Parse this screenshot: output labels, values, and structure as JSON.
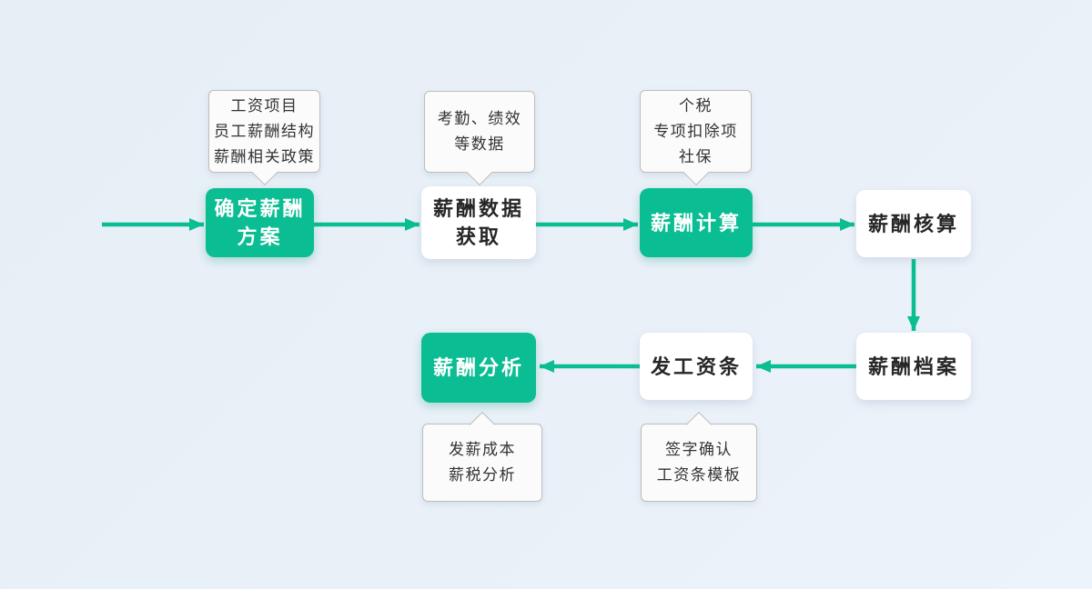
{
  "colors": {
    "background": "#E9F0F8",
    "accent": "#0ABD92",
    "node_text_dark": "#262626",
    "node_text_light": "#FFFFFF",
    "callout_bg": "#FBFBFB",
    "callout_border": "#BDBDBD",
    "callout_text": "#333333"
  },
  "nodes": [
    {
      "id": "define-plan",
      "label": "确定薪酬\n方案",
      "variant": "primary"
    },
    {
      "id": "data-collect",
      "label": "薪酬数据\n获取",
      "variant": "default"
    },
    {
      "id": "calc",
      "label": "薪酬计算",
      "variant": "primary"
    },
    {
      "id": "audit",
      "label": "薪酬核算",
      "variant": "default"
    },
    {
      "id": "archive",
      "label": "薪酬档案",
      "variant": "default"
    },
    {
      "id": "payslip",
      "label": "发工资条",
      "variant": "default"
    },
    {
      "id": "analysis",
      "label": "薪酬分析",
      "variant": "primary"
    }
  ],
  "callouts": [
    {
      "id": "plan-note",
      "text": "工资项目\n员工薪酬结构\n薪酬相关政策",
      "tail": "down",
      "target": "define-plan"
    },
    {
      "id": "data-note",
      "text": "考勤、绩效\n等数据",
      "tail": "down",
      "target": "data-collect"
    },
    {
      "id": "calc-note",
      "text": "个税\n专项扣除项\n社保",
      "tail": "down",
      "target": "calc"
    },
    {
      "id": "analysis-note",
      "text": "发薪成本\n薪税分析",
      "tail": "up",
      "target": "analysis"
    },
    {
      "id": "payslip-note",
      "text": "签字确认\n工资条模板",
      "tail": "up",
      "target": "payslip"
    }
  ],
  "edges": [
    {
      "from": "start",
      "to": "define-plan",
      "direction": "right"
    },
    {
      "from": "define-plan",
      "to": "data-collect",
      "direction": "right"
    },
    {
      "from": "data-collect",
      "to": "calc",
      "direction": "right"
    },
    {
      "from": "calc",
      "to": "audit",
      "direction": "right"
    },
    {
      "from": "audit",
      "to": "archive",
      "direction": "down"
    },
    {
      "from": "archive",
      "to": "payslip",
      "direction": "left"
    },
    {
      "from": "payslip",
      "to": "analysis",
      "direction": "left"
    }
  ]
}
